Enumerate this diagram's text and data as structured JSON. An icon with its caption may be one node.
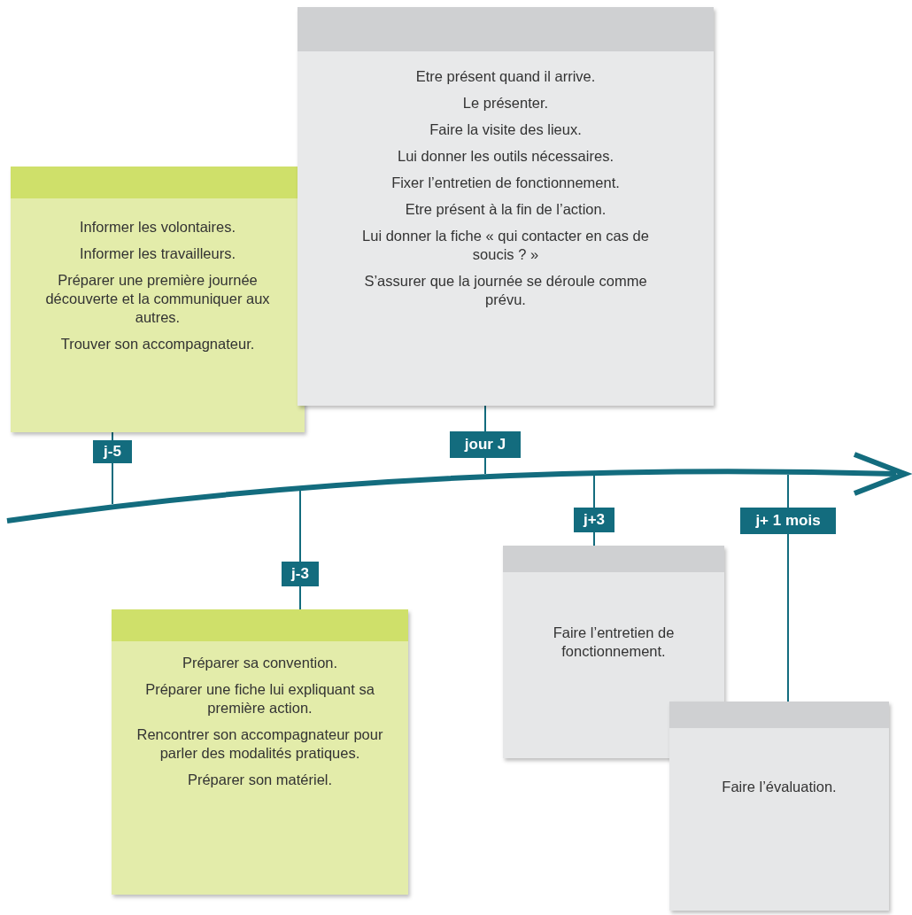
{
  "diagram": {
    "nodes": [
      {
        "text": [
          "Informer les volontaires.",
          "Informer les travailleurs.",
          "Préparer une première journée découverte et la communiquer aux autres.",
          "Trouver son accompagnateur."
        ]
      },
      {
        "text": [
          "j-5"
        ]
      },
      {
        "text": [
          "Etre présent quand il arrive.",
          "Le présenter.",
          "Faire la visite des lieux.",
          "Lui donner les outils nécessaires.",
          "Fixer l’entretien de fonctionnement.",
          "Etre présent à la fin de l’action.",
          "Lui donner la fiche « qui contacter en cas de soucis ? »",
          "S’assurer que la journée se déroule comme prévu."
        ]
      },
      {
        "text": [
          "jour J"
        ]
      },
      {
        "text": [
          "j-3"
        ]
      },
      {
        "text": [
          "Préparer sa convention.",
          "Préparer une fiche lui expliquant sa première action.",
          "Rencontrer son accompagnateur pour parler des modalités pratiques.",
          "Préparer son matériel."
        ]
      },
      {
        "text": [
          "j+3"
        ]
      },
      {
        "text": [
          "Faire l’entretien de fonctionnement."
        ]
      },
      {
        "text": [
          "j+ 1 mois"
        ]
      },
      {
        "text": [
          "Faire l’évaluation."
        ]
      },
      {
        "text": [],
        "shape": "arrow"
      }
    ],
    "edges": [
      {
        "from": 1,
        "to": 0,
        "arrow": "none"
      },
      {
        "from": 3,
        "to": 2,
        "arrow": "none"
      },
      {
        "from": 4,
        "to": 5,
        "arrow": "none"
      },
      {
        "from": 6,
        "to": 7,
        "arrow": "none"
      },
      {
        "from": 8,
        "to": 9,
        "arrow": "none"
      },
      {
        "from": 10,
        "to": 1,
        "arrow": "none"
      },
      {
        "from": 10,
        "to": 3,
        "arrow": "none"
      },
      {
        "from": 10,
        "to": 4,
        "arrow": "none"
      },
      {
        "from": 10,
        "to": 6,
        "arrow": "none"
      },
      {
        "from": 10,
        "to": 8,
        "arrow": "none"
      }
    ]
  }
}
